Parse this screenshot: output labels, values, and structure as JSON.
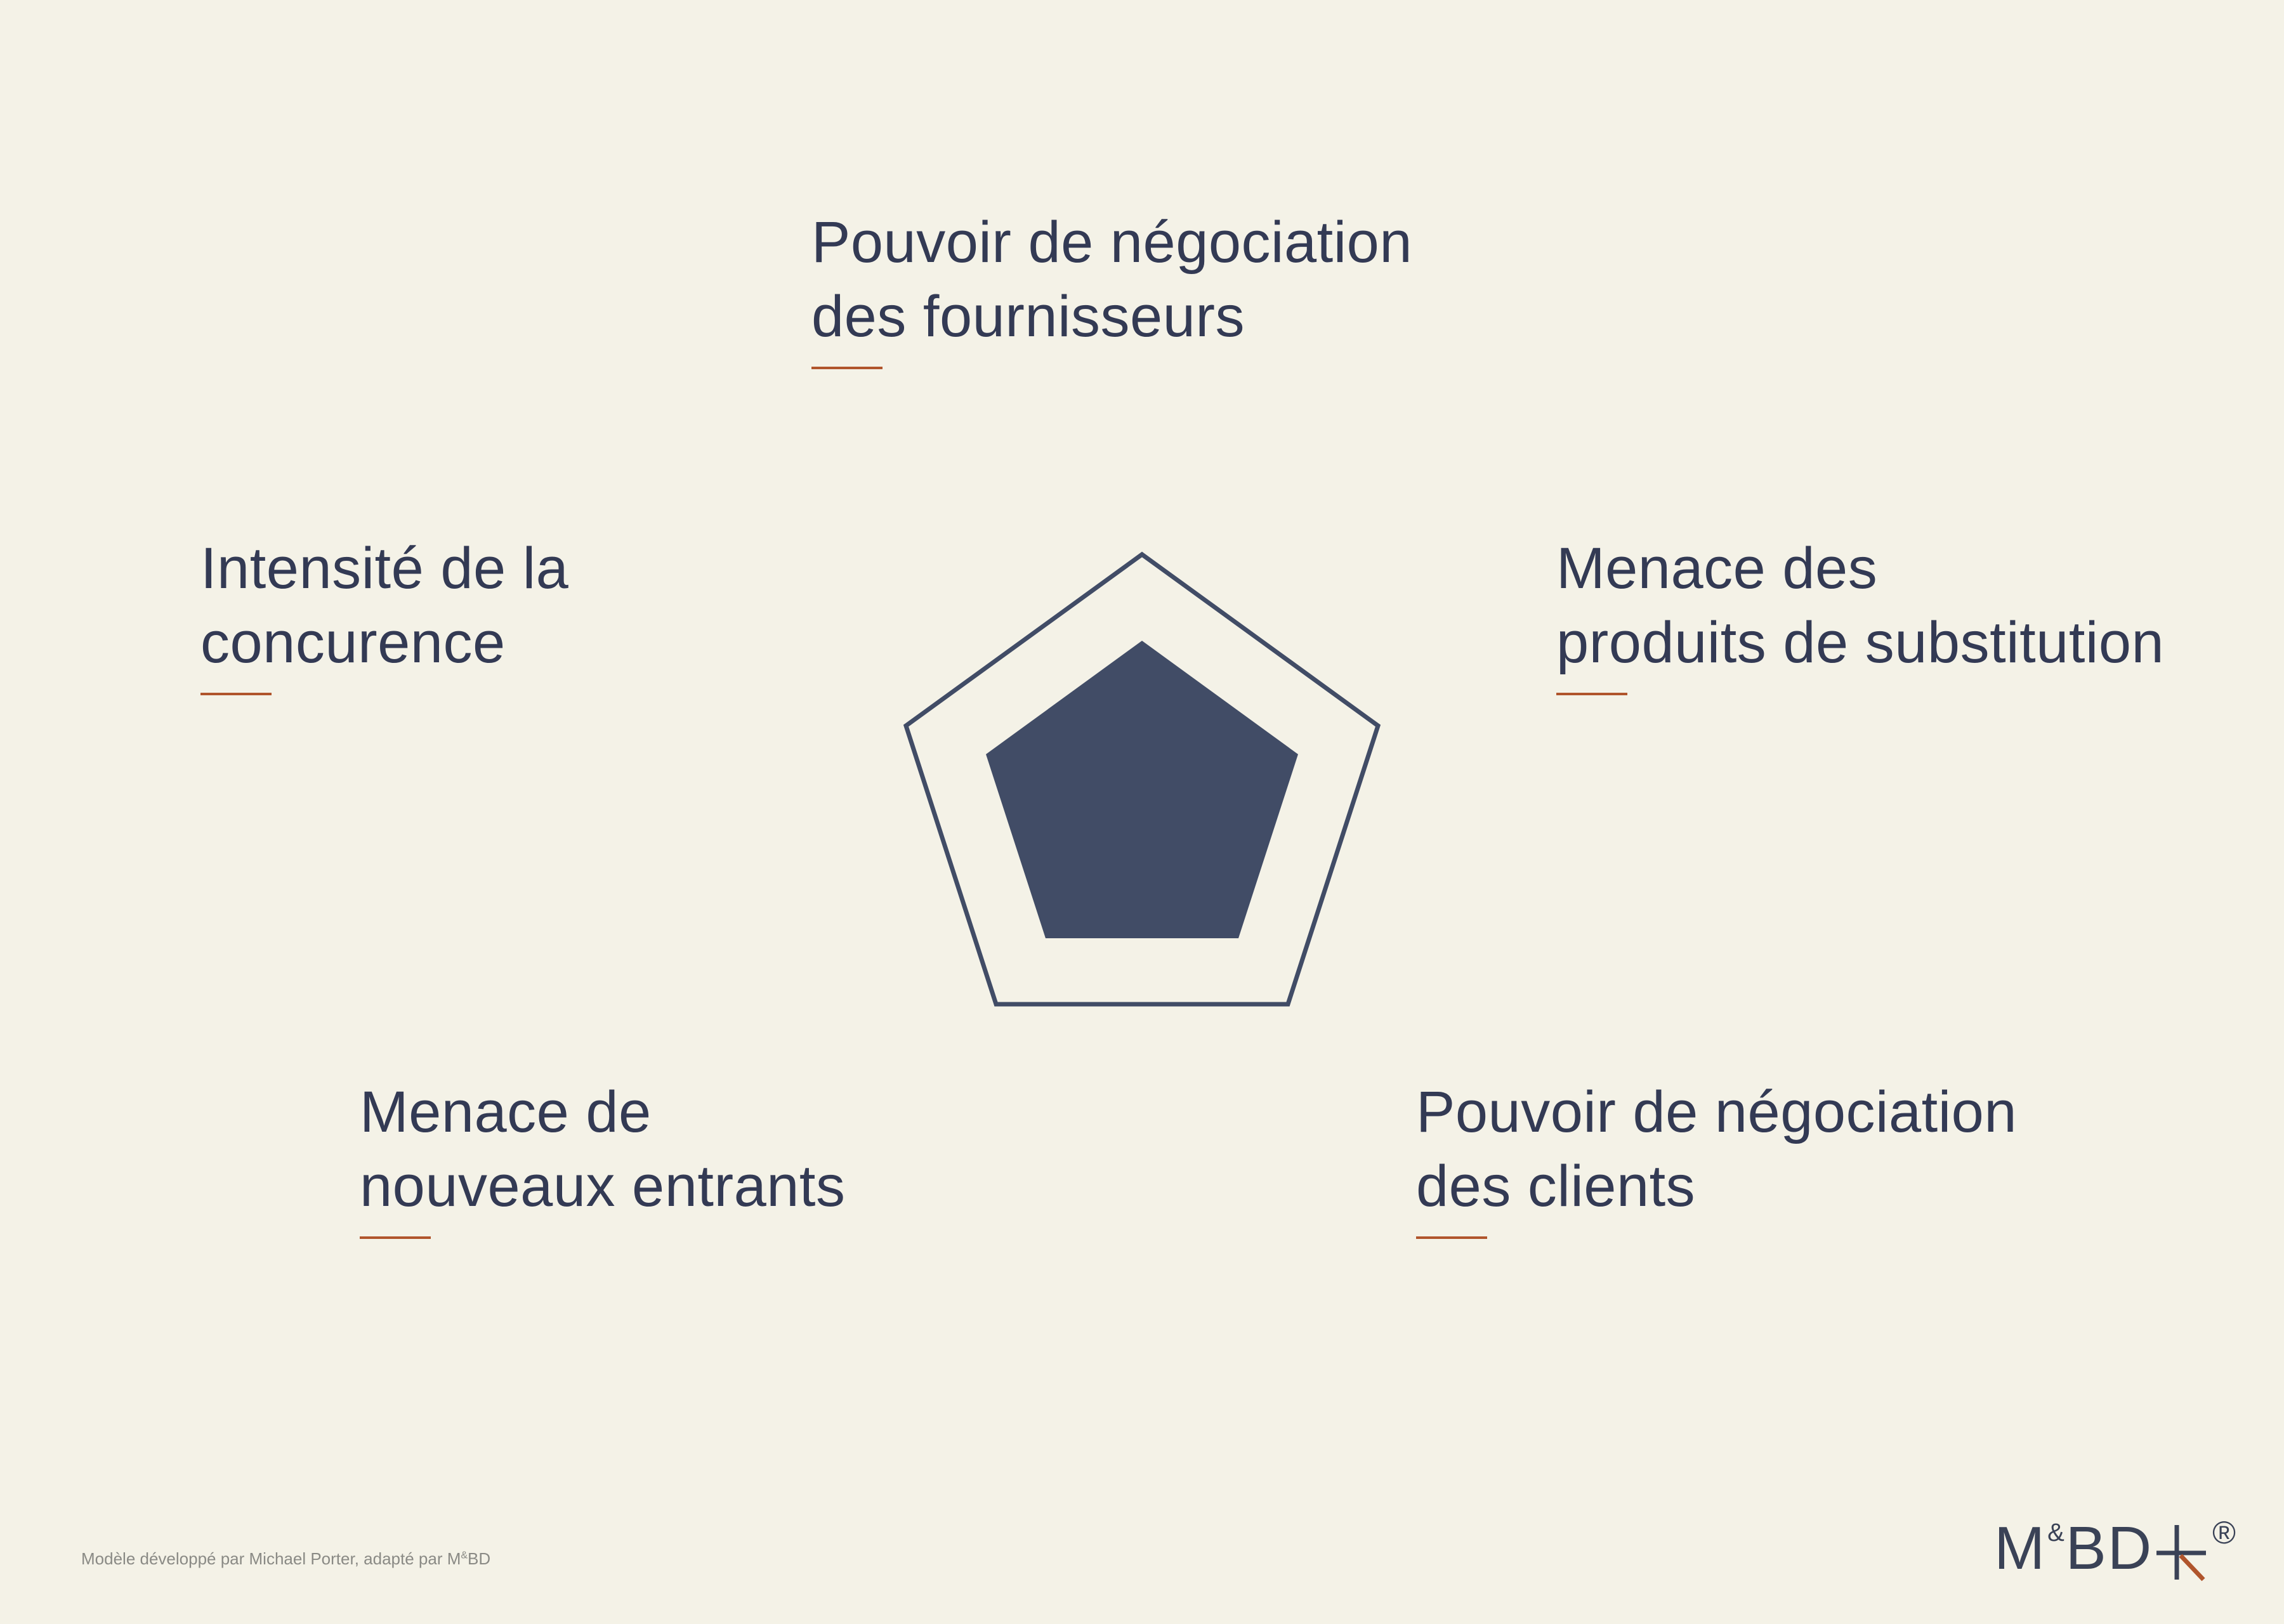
{
  "forces": {
    "suppliers": {
      "line1": "Pouvoir de négociation",
      "line2": "des fournisseurs"
    },
    "rivalry": {
      "line1": "Intensité de la",
      "line2": "concurence"
    },
    "substitutes": {
      "line1": "Menace des",
      "line2": "produits de substitution"
    },
    "entrants": {
      "line1": "Menace de",
      "line2": "nouveaux entrants"
    },
    "buyers": {
      "line1": "Pouvoir de négociation",
      "line2": "des clients"
    }
  },
  "footer": {
    "credit_text": "Modèle développé par Michael Porter, adapté par M",
    "credit_sup": "&",
    "credit_end": "BD"
  },
  "logo": {
    "m": "M",
    "amp": "&",
    "bd": "BD",
    "reg": "®"
  },
  "colors": {
    "background": "#f4f2e7",
    "text": "#333a54",
    "pentagon_fill": "#414c66",
    "accent": "#b0552c"
  }
}
